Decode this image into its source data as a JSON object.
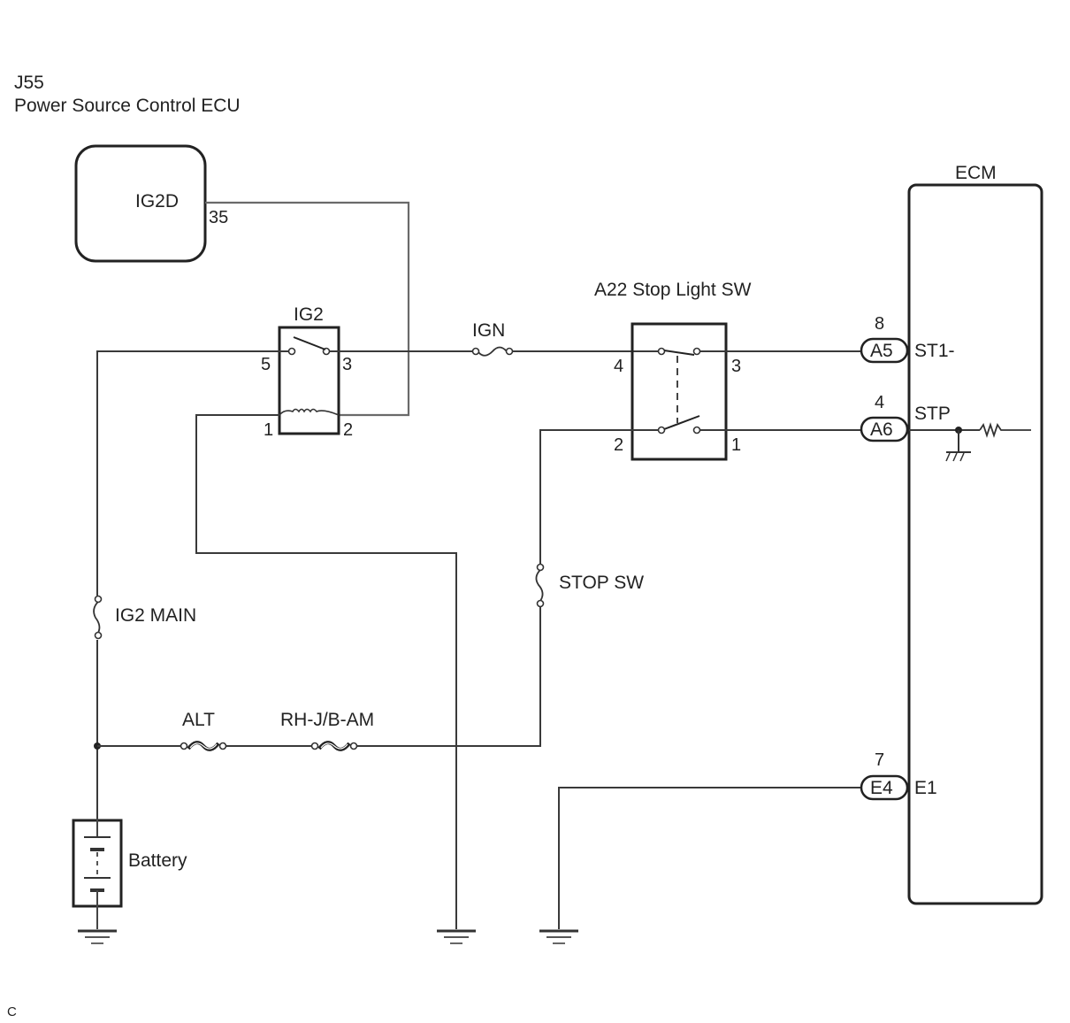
{
  "header": {
    "code": "J55",
    "title": "Power Source Control ECU"
  },
  "components": {
    "power_ecu": {
      "terminal_name": "IG2D",
      "pin": "35"
    },
    "ig2_relay": {
      "name": "IG2",
      "pins": {
        "switch_in": "5",
        "switch_out": "3",
        "coil_in": "1",
        "coil_out": "2"
      }
    },
    "stop_light_sw": {
      "name": "A22 Stop Light SW",
      "pins": {
        "upper_in": "4",
        "upper_out": "3",
        "lower_in": "2",
        "lower_out": "1"
      }
    },
    "ecm": {
      "name": "ECM",
      "connectors": [
        {
          "pin": "8",
          "connector": "A5",
          "terminal": "ST1-"
        },
        {
          "pin": "4",
          "connector": "A6",
          "terminal": "STP"
        },
        {
          "pin": "7",
          "connector": "E4",
          "terminal": "E1"
        }
      ]
    },
    "battery": {
      "name": "Battery"
    }
  },
  "fuses": {
    "ign": "IGN",
    "stop_sw": "STOP SW",
    "ig2_main": "IG2 MAIN",
    "alt": "ALT",
    "rh_jb_am": "RH-J/B-AM"
  },
  "footer": {
    "code": "C"
  }
}
